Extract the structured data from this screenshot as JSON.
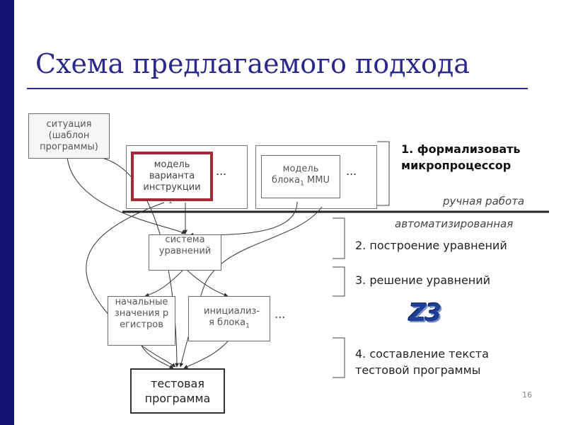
{
  "slide": {
    "title": "Схема предлагаемого подхода",
    "page_number": "16",
    "colors": {
      "sidebar": "#141472",
      "title": "#2a2a8c",
      "highlight_border": "#a52a35"
    }
  },
  "diagram": {
    "situation": "ситуация (шаблон программы)",
    "model_instruction": "модель варианта инструкции",
    "model_instruction_sub": "1",
    "model_block": "модель блока",
    "model_block_sub": "1",
    "model_block_suffix": " MMU",
    "equation_system": "система уравнений",
    "initial_values": "начальные значения регистров",
    "block_init": "инициализ-я блока",
    "block_init_sub": "1",
    "test_program": "тестовая программа",
    "ellipsis": "..."
  },
  "steps": {
    "step1": "1. формализовать микропроцессор",
    "manual": "ручная работа",
    "automated": "автоматизированная",
    "step2": "2. построение уравнений",
    "step3": "3. решение уравнений",
    "step4": "4. составление текста тестовой программы"
  },
  "logo": {
    "text": "Z3",
    "icon": "z3-logo-icon"
  }
}
